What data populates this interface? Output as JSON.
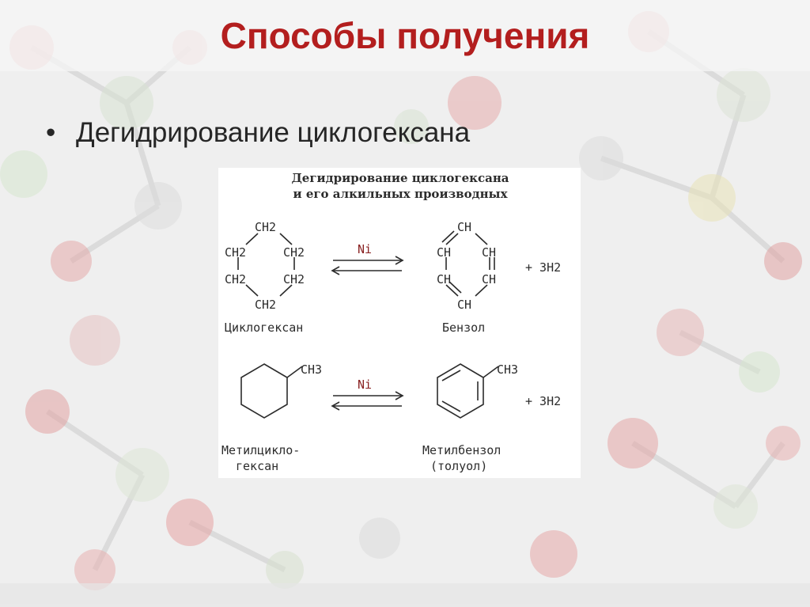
{
  "slide": {
    "title": "Способы получения",
    "bullet_symbol": "•",
    "bullet_text": "Дегидрирование циклогексана"
  },
  "scheme": {
    "heading_line1": "Дегидрирование циклогексана",
    "heading_line2": "и его алкильных производных",
    "reaction1": {
      "reactant_groups": [
        "CH2",
        "CH2",
        "CH2",
        "CH2",
        "CH2",
        "CH2"
      ],
      "product_groups": [
        "CH",
        "CH",
        "CH",
        "CH",
        "CH",
        "CH"
      ],
      "catalyst": "Ni",
      "byproduct": "+ 3H2",
      "reactant_name": "Циклогексан",
      "product_name": "Бензол"
    },
    "reaction2": {
      "substituent": "CH3",
      "catalyst": "Ni",
      "byproduct": "+ 3H2",
      "reactant_name_line1": "Метилцикло-",
      "reactant_name_line2": "гексан",
      "product_name_line1": "Метилбензол",
      "product_name_line2": "(толуол)"
    }
  },
  "colors": {
    "title": "#b31e1e",
    "text": "#262626",
    "scheme_ink": "#2c2c2c"
  }
}
